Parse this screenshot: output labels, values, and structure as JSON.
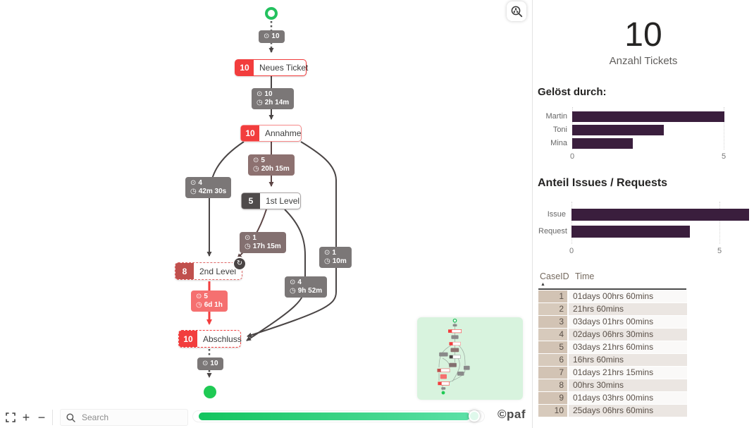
{
  "icons": {
    "case": "⊙",
    "clock": "◷",
    "loop": "↻",
    "sort_asc": "▲"
  },
  "colors": {
    "accent_red": "#f23d3d",
    "green": "#22c55e",
    "bar_purple": "#3a1e3d",
    "case_tan": "#d2c3b4"
  },
  "flow": {
    "nodes": [
      {
        "count": "10",
        "label": "Neues Ticket"
      },
      {
        "count": "10",
        "label": "Annahme"
      },
      {
        "count": "5",
        "label": "1st Level"
      },
      {
        "count": "8",
        "label": "2nd Level"
      },
      {
        "count": "10",
        "label": "Abschluss"
      }
    ],
    "edge_badges": [
      {
        "count": "10"
      },
      {
        "count": "10",
        "duration": "2h 14m"
      },
      {
        "count": "5",
        "duration": "20h 15m"
      },
      {
        "count": "4",
        "duration": "42m 30s"
      },
      {
        "count": "1",
        "duration": "17h 15m"
      },
      {
        "count": "1",
        "duration": "10m"
      },
      {
        "count": "4",
        "duration": "9h 52m"
      },
      {
        "count": "5",
        "duration": "6d 1h"
      },
      {
        "count": "10"
      }
    ]
  },
  "toolbar": {
    "search_placeholder": "Search",
    "zoom_in": "+",
    "zoom_out": "−"
  },
  "branding": {
    "logo": "©paf"
  },
  "kpi": {
    "value": "10",
    "label": "Anzahl Tickets"
  },
  "chart_data": [
    {
      "type": "bar",
      "orientation": "horizontal",
      "title": "Gelöst durch:",
      "categories": [
        "Martin",
        "Toni",
        "Mina"
      ],
      "values": [
        5,
        3,
        2
      ],
      "ticks": [
        "0",
        "5"
      ],
      "xlim": [
        0,
        5
      ],
      "plot_max": 5,
      "bar_color": "#3a1e3d",
      "legend": "none",
      "grid": "dotted-vertical"
    },
    {
      "type": "bar",
      "orientation": "horizontal",
      "title": "Anteil Issues / Requests",
      "categories": [
        "Issue",
        "Request"
      ],
      "values": [
        6,
        4
      ],
      "ticks": [
        "0",
        "5"
      ],
      "xlim": [
        0,
        5
      ],
      "plot_max": 6.05,
      "bar_color": "#3a1e3d",
      "legend": "none",
      "grid": "dotted-vertical"
    }
  ],
  "table": {
    "columns": [
      "CaseID",
      "Time"
    ],
    "sort": {
      "column": "CaseID",
      "direction": "asc"
    },
    "rows": [
      {
        "id": "1",
        "time": "01days 00hrs 60mins"
      },
      {
        "id": "2",
        "time": "21hrs 60mins"
      },
      {
        "id": "3",
        "time": "03days 01hrs 00mins"
      },
      {
        "id": "4",
        "time": "02days 06hrs 30mins"
      },
      {
        "id": "5",
        "time": "03days 21hrs 60mins"
      },
      {
        "id": "6",
        "time": "16hrs 60mins"
      },
      {
        "id": "7",
        "time": "01days 21hrs 15mins"
      },
      {
        "id": "8",
        "time": "00hrs 30mins"
      },
      {
        "id": "9",
        "time": "01days 03hrs 00mins"
      },
      {
        "id": "10",
        "time": "25days 06hrs 60mins"
      }
    ]
  }
}
